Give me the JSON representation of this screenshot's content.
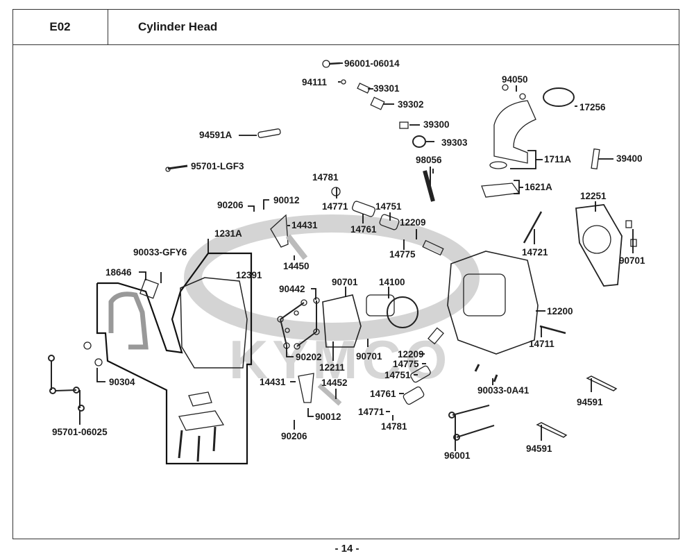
{
  "header": {
    "section_code": "E02",
    "title": "Cylinder Head"
  },
  "footer": {
    "page_number": "- 14 -"
  },
  "watermark": "KYMCO",
  "parts": [
    {
      "id": "p01",
      "label": "96001-06014"
    },
    {
      "id": "p02",
      "label": "94111"
    },
    {
      "id": "p03",
      "label": "39301"
    },
    {
      "id": "p04",
      "label": "39302"
    },
    {
      "id": "p05",
      "label": "94591A"
    },
    {
      "id": "p06",
      "label": "39300"
    },
    {
      "id": "p07",
      "label": "39303"
    },
    {
      "id": "p08",
      "label": "95701-LGF3"
    },
    {
      "id": "p09",
      "label": "98056"
    },
    {
      "id": "p10",
      "label": "94050"
    },
    {
      "id": "p11",
      "label": "17256"
    },
    {
      "id": "p12",
      "label": "1711A"
    },
    {
      "id": "p13",
      "label": "39400"
    },
    {
      "id": "p14",
      "label": "1621A"
    },
    {
      "id": "p15",
      "label": "12251"
    },
    {
      "id": "p16",
      "label": "14781"
    },
    {
      "id": "p17",
      "label": "14771"
    },
    {
      "id": "p18",
      "label": "14751"
    },
    {
      "id": "p19",
      "label": "90206"
    },
    {
      "id": "p20",
      "label": "90012"
    },
    {
      "id": "p21",
      "label": "14431"
    },
    {
      "id": "p22",
      "label": "14761"
    },
    {
      "id": "p23",
      "label": "12209"
    },
    {
      "id": "p24",
      "label": "1231A"
    },
    {
      "id": "p25",
      "label": "14450"
    },
    {
      "id": "p26",
      "label": "14775"
    },
    {
      "id": "p27",
      "label": "14721"
    },
    {
      "id": "p28",
      "label": "90701"
    },
    {
      "id": "p29",
      "label": "90033-GFY6"
    },
    {
      "id": "p30",
      "label": "18646"
    },
    {
      "id": "p31",
      "label": "12391"
    },
    {
      "id": "p32",
      "label": "90442"
    },
    {
      "id": "p33",
      "label": "90701"
    },
    {
      "id": "p34",
      "label": "14100"
    },
    {
      "id": "p35",
      "label": "12200"
    },
    {
      "id": "p36",
      "label": "14711"
    },
    {
      "id": "p37",
      "label": "90202"
    },
    {
      "id": "p38",
      "label": "12211"
    },
    {
      "id": "p39",
      "label": "90701"
    },
    {
      "id": "p40",
      "label": "12209"
    },
    {
      "id": "p41",
      "label": "14775"
    },
    {
      "id": "p42",
      "label": "14751"
    },
    {
      "id": "p43",
      "label": "90304"
    },
    {
      "id": "p44",
      "label": "14431"
    },
    {
      "id": "p45",
      "label": "14452"
    },
    {
      "id": "p46",
      "label": "14761"
    },
    {
      "id": "p47",
      "label": "90033-0A41"
    },
    {
      "id": "p48",
      "label": "94591"
    },
    {
      "id": "p49",
      "label": "14771"
    },
    {
      "id": "p50",
      "label": "90012"
    },
    {
      "id": "p51",
      "label": "14781"
    },
    {
      "id": "p52",
      "label": "95701-06025"
    },
    {
      "id": "p53",
      "label": "90206"
    },
    {
      "id": "p54",
      "label": "96001"
    },
    {
      "id": "p55",
      "label": "94591"
    }
  ]
}
